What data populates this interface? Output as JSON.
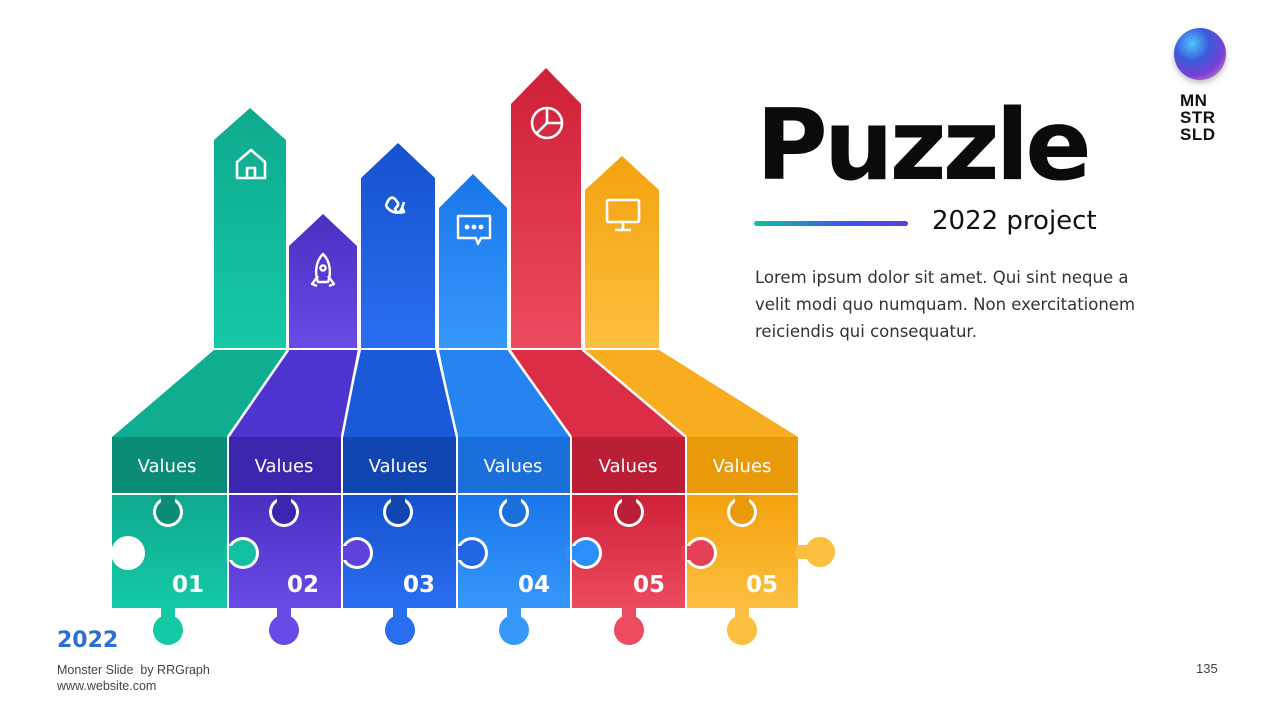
{
  "logo": {
    "lines": [
      "MN",
      "STR",
      "SLD"
    ]
  },
  "title": "Puzzle",
  "subtitle": "2022 project",
  "body": "Lorem ipsum dolor sit amet. Qui sint neque a velit modi quo numquam. Non exercitationem reiciendis qui consequatur.",
  "footer": {
    "year": "2022",
    "credit_line1": "Monster Slide  by RRGraph",
    "credit_line2": "www.website.com",
    "page_number": "135"
  },
  "pieces": [
    {
      "label": "Values",
      "number": "01",
      "icon": "home-icon",
      "color_top": "#11b497",
      "color_bottom": "#0aa58b",
      "dark": "#0b8a74"
    },
    {
      "label": "Values",
      "number": "02",
      "icon": "rocket-icon",
      "color_top": "#5a3fd8",
      "color_bottom": "#4b34c8",
      "dark": "#3a27a8"
    },
    {
      "label": "Values",
      "number": "03",
      "icon": "phone-icon",
      "color_top": "#1f63de",
      "color_bottom": "#1552c8",
      "dark": "#0f44a8"
    },
    {
      "label": "Values",
      "number": "04",
      "icon": "chat-icon",
      "color_top": "#2f8ff5",
      "color_bottom": "#1a7ce8",
      "dark": "#1766c4"
    },
    {
      "label": "Values",
      "number": "05",
      "icon": "pie-chart-icon",
      "color_top": "#e63a52",
      "color_bottom": "#d42a42",
      "dark": "#b01f36"
    },
    {
      "label": "Values",
      "number": "05",
      "icon": "monitor-icon",
      "color_top": "#fbb631",
      "color_bottom": "#f6a815",
      "dark": "#d98c06"
    }
  ]
}
